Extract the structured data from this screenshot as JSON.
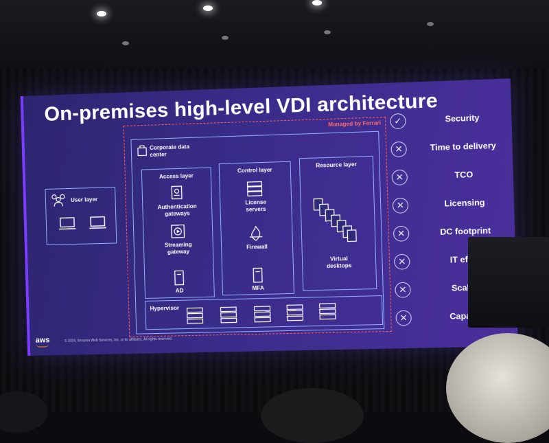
{
  "slide": {
    "title": "On-premises high-level VDI architecture",
    "managed_label": "Managed by Ferrari",
    "datacenter_label": "Corporate data center",
    "user_layer_label": "User layer",
    "access_layer": {
      "title": "Access layer",
      "items": [
        "Authentication gateways",
        "Streaming gateway",
        "AD"
      ]
    },
    "control_layer": {
      "title": "Control layer",
      "items": [
        "License servers",
        "Firewall",
        "MFA"
      ]
    },
    "resource_layer": {
      "title": "Resource layer",
      "items": [
        "Virtual desktops"
      ]
    },
    "hypervisor_label": "Hypervisor",
    "status_items": [
      {
        "label": "Security",
        "icon": "check-circle-icon"
      },
      {
        "label": "Time to delivery",
        "icon": "x-circle-icon"
      },
      {
        "label": "TCO",
        "icon": "x-circle-icon"
      },
      {
        "label": "Licensing",
        "icon": "x-circle-icon"
      },
      {
        "label": "DC footprint",
        "icon": "x-circle-icon"
      },
      {
        "label": "IT effort",
        "icon": "x-circle-icon"
      },
      {
        "label": "Scaling",
        "icon": "x-circle-icon"
      },
      {
        "label": "Capacity",
        "icon": "x-circle-icon"
      }
    ],
    "logo_text": "aws",
    "copyright": "© 2024, Amazon Web Services, Inc. or its affiliates. All rights reserved.",
    "colors": {
      "background": "#3a2c8a",
      "managed_border": "#ff5a5a",
      "layer_border": "#8fb0ff",
      "accent": "#7a3dff"
    }
  }
}
